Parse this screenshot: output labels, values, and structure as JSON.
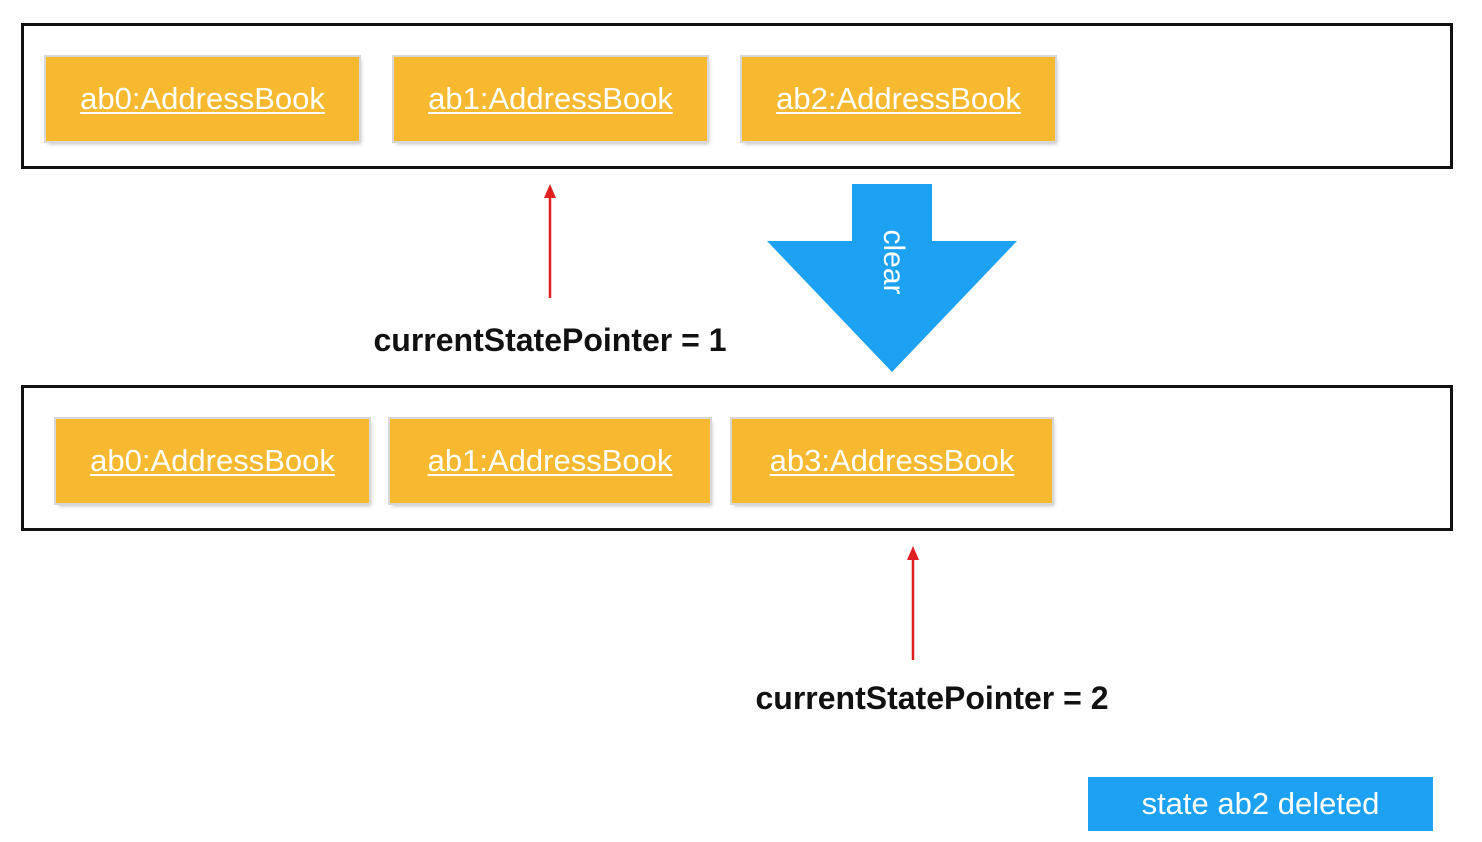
{
  "before": {
    "states": [
      "ab0:AddressBook",
      "ab1:AddressBook",
      "ab2:AddressBook"
    ],
    "pointer_label": "currentStatePointer = 1"
  },
  "command_label": "clear",
  "after": {
    "states": [
      "ab0:AddressBook",
      "ab1:AddressBook",
      "ab3:AddressBook"
    ],
    "pointer_label": "currentStatePointer = 2"
  },
  "note": "state ab2 deleted",
  "colors": {
    "state_box": "#f6b92f",
    "pointer_arrow": "#e02020",
    "command_arrow": "#1da1f2",
    "note_badge": "#1da1f2"
  }
}
